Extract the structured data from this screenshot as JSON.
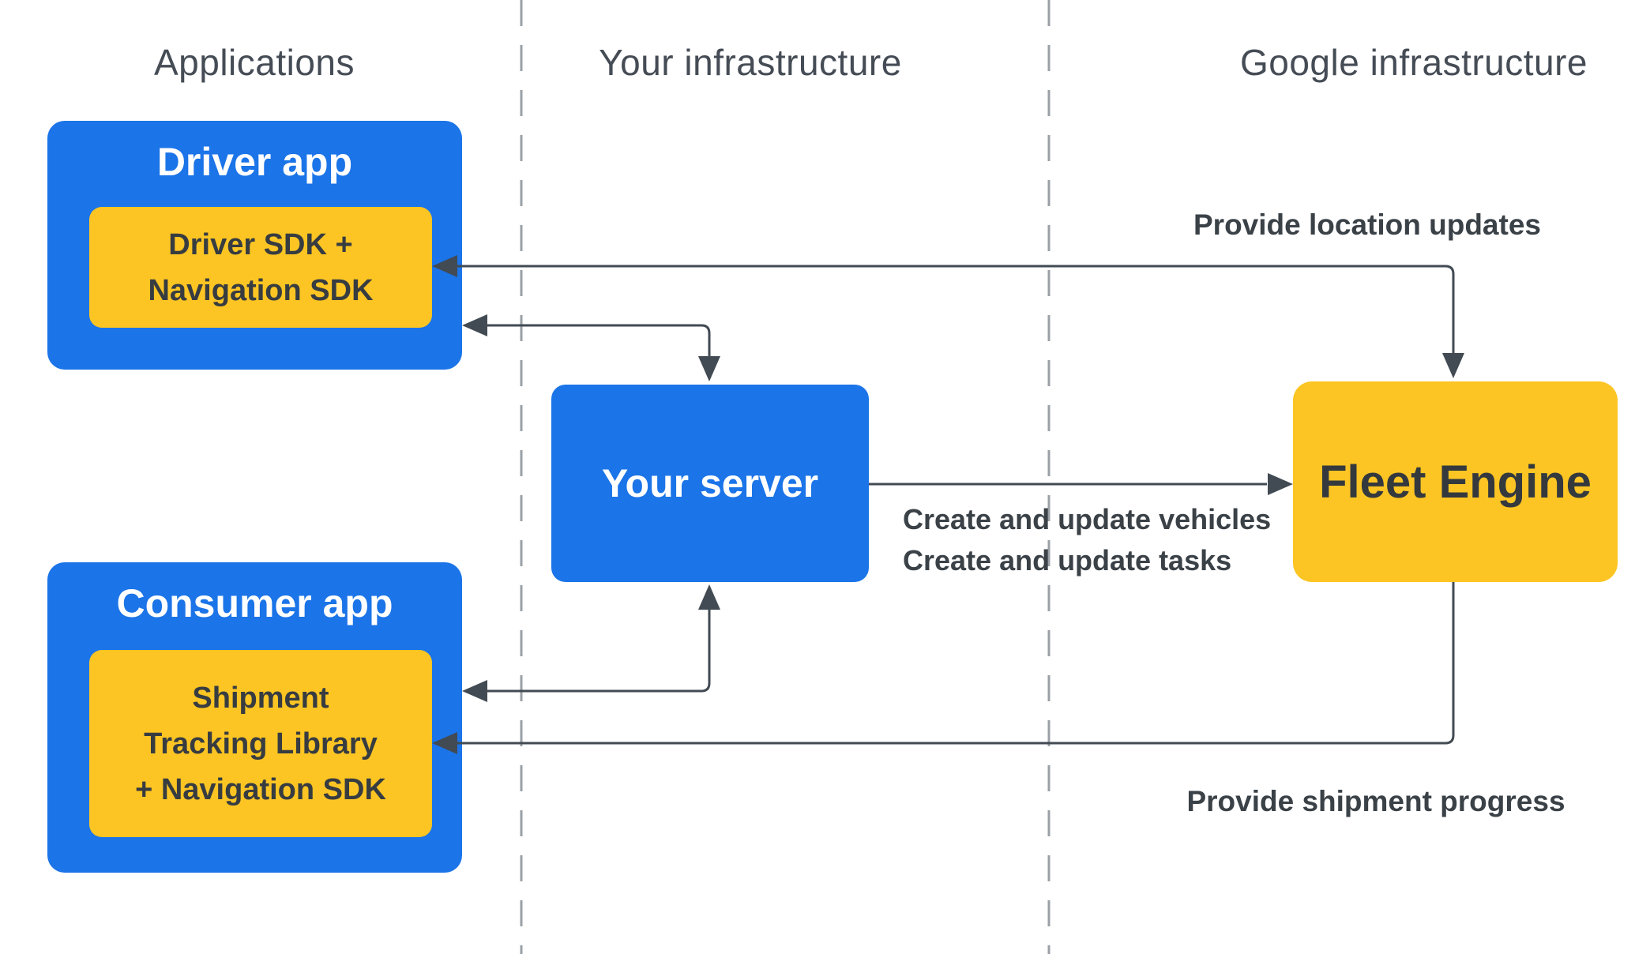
{
  "diagram": {
    "columns": {
      "applications": "Applications",
      "your_infrastructure": "Your infrastructure",
      "google_infrastructure": "Google infrastructure"
    },
    "nodes": {
      "driver_app": {
        "title": "Driver app",
        "component": "Driver SDK +\nNavigation SDK"
      },
      "consumer_app": {
        "title": "Consumer app",
        "component": "Shipment\nTracking Library\n+ Navigation SDK"
      },
      "your_server": {
        "title": "Your server"
      },
      "fleet_engine": {
        "title": "Fleet Engine"
      }
    },
    "edges": {
      "provide_location_updates": "Provide location updates",
      "create_and_update": "Create and update vehicles\nCreate and update tasks",
      "provide_shipment_progress": "Provide shipment progress"
    },
    "colors": {
      "node_blue": "#1b74e8",
      "node_yellow": "#fcc523",
      "arrow": "#424a53",
      "divider_dash": "#9aa0a6",
      "label_text": "#3a4147",
      "header_text": "#454c55",
      "dark_text_on_yellow": "#373c41"
    }
  }
}
